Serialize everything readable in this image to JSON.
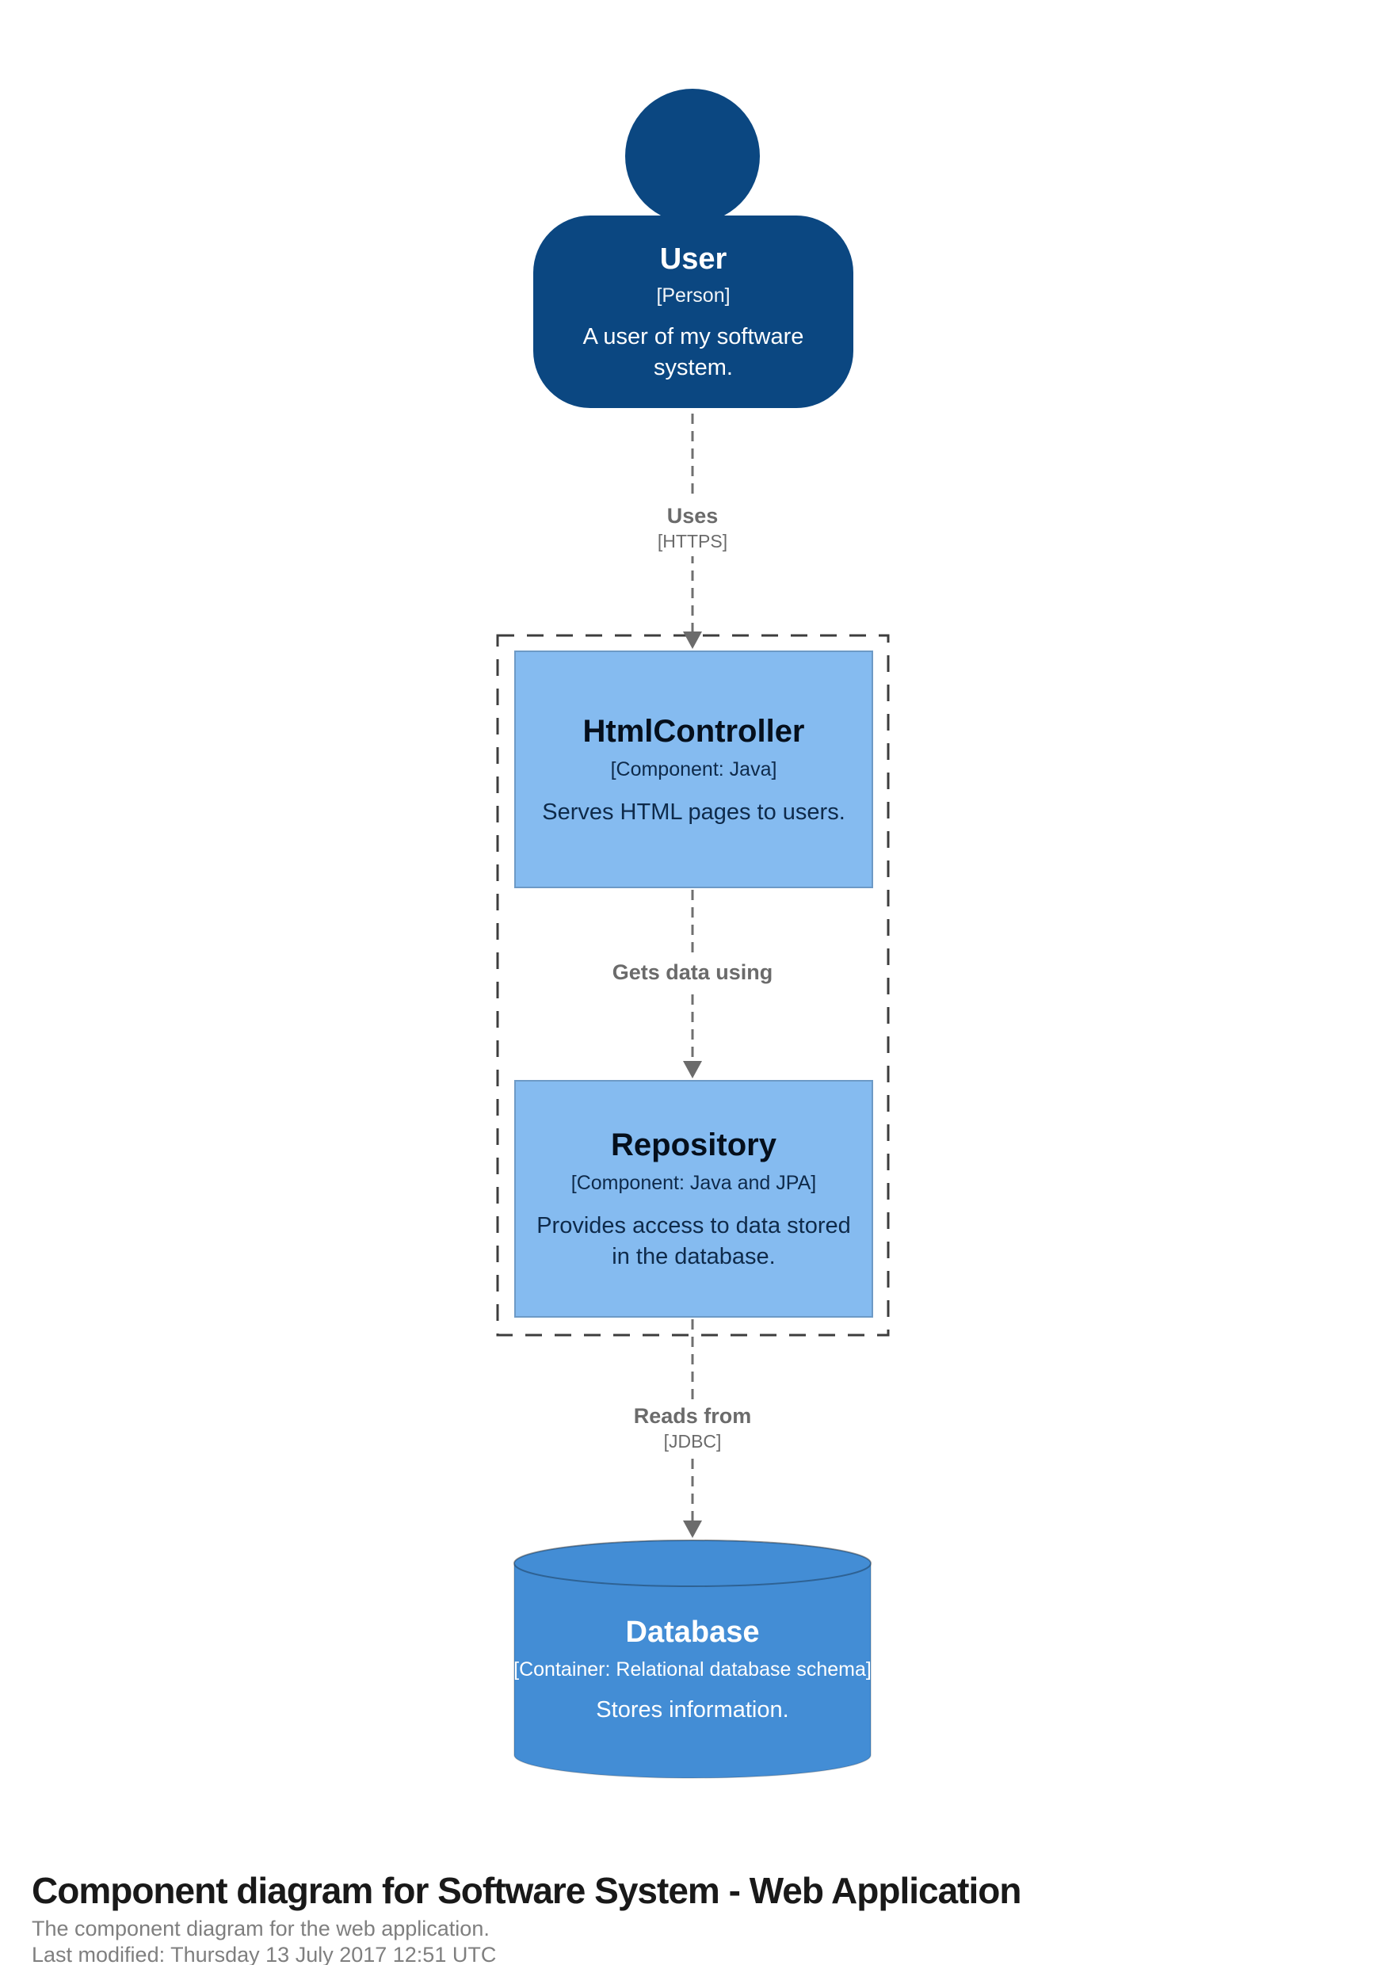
{
  "diagram": {
    "person": {
      "name": "User",
      "meta": "[Person]",
      "desc": "A user of my software system."
    },
    "rel_uses": {
      "label": "Uses",
      "tech": "[HTTPS]"
    },
    "controller": {
      "name": "HtmlController",
      "meta": "[Component: Java]",
      "desc": "Serves HTML pages to users."
    },
    "rel_gets_data": {
      "label": "Gets data using"
    },
    "repository": {
      "name": "Repository",
      "meta": "[Component: Java and JPA]",
      "desc": "Provides access to data stored in the database."
    },
    "rel_reads_from": {
      "label": "Reads from",
      "tech": "[JDBC]"
    },
    "database": {
      "name": "Database",
      "meta": "[Container: Relational database schema]",
      "desc": "Stores information."
    },
    "colors": {
      "person_fill": "#0b4781",
      "component_fill": "#85bbf0",
      "component_border": "#6d9ac6",
      "database_fill": "#438dd5",
      "relationship_gray": "#6f6f6f",
      "boundary_dash": "#3d3d3d",
      "text_on_dark": "#ffffff",
      "text_on_component": "#0e2a4a"
    }
  },
  "footer": {
    "title": "Component diagram for Software System - Web Application",
    "subtitle": "The component diagram for the web application.",
    "last_modified": "Last modified: Thursday 13 July 2017 12:51 UTC"
  }
}
